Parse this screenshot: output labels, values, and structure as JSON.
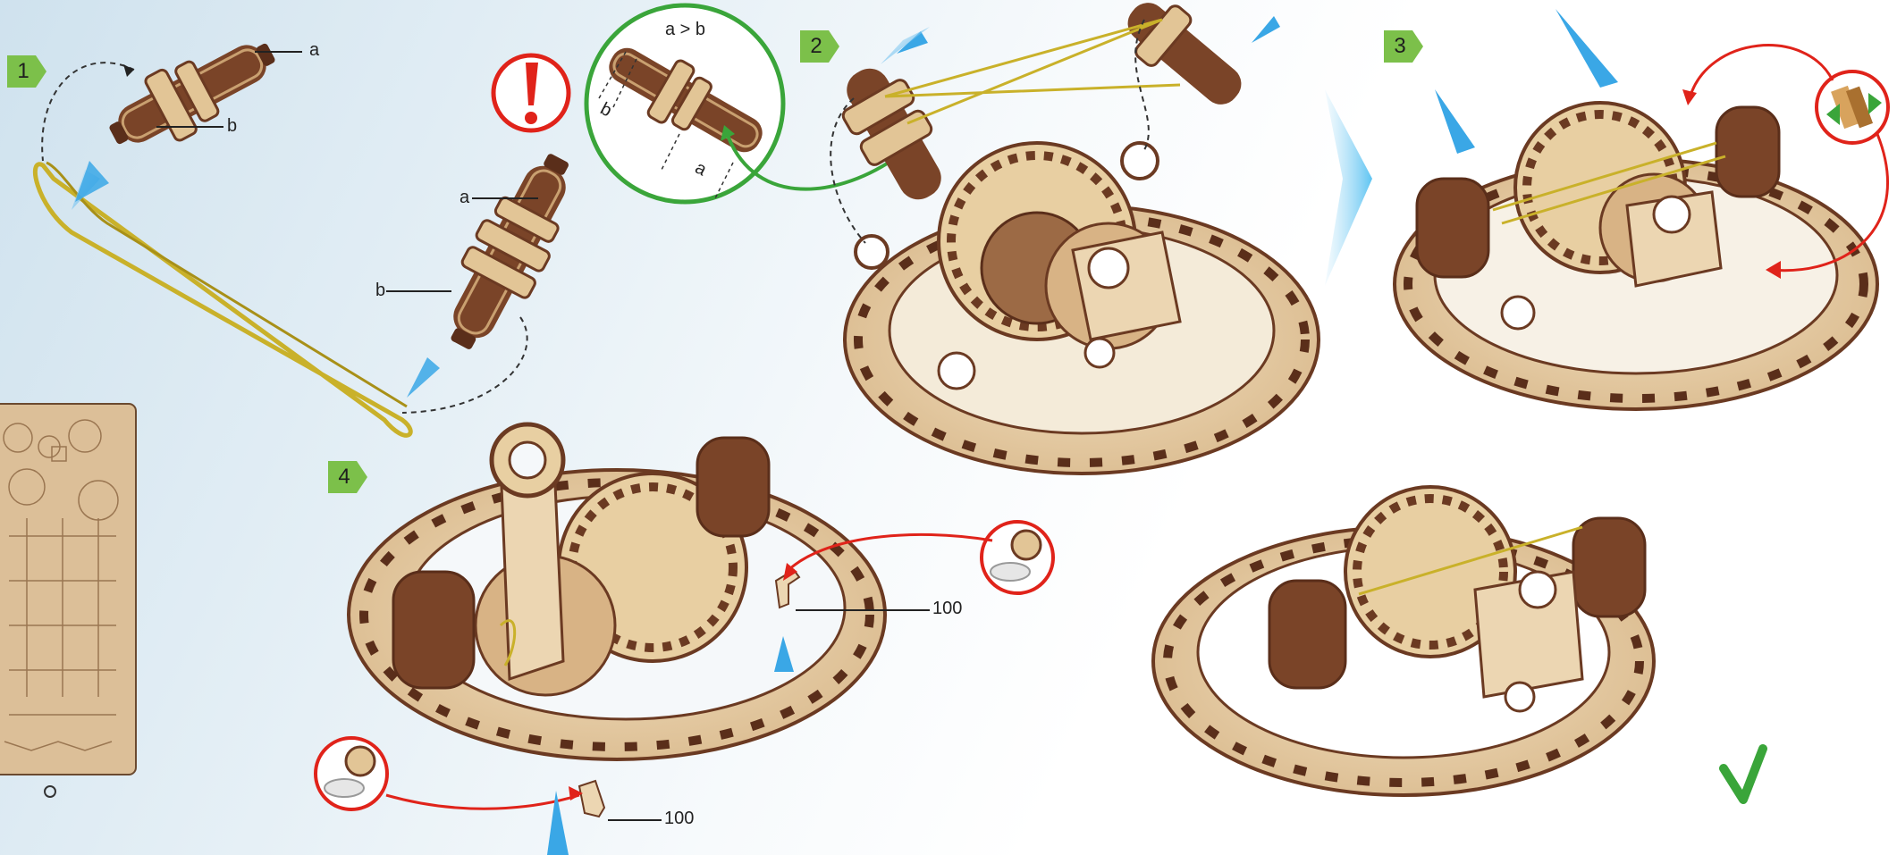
{
  "steps": [
    "1",
    "2",
    "3",
    "4"
  ],
  "labels": {
    "step1_a": "a",
    "step1_b": "b",
    "step1_a2": "a",
    "step1_b2": "b",
    "ratio": "a > b",
    "dim_a": "a",
    "dim_b": "b",
    "part_bottom": "100",
    "part_side": "100"
  },
  "colors": {
    "wood_light": "#ecd6b2",
    "wood_dark": "#6b3a22",
    "step_badge": "#7cc04a",
    "arrow_blue": "#3aa7e6",
    "alert_red": "#e0231a",
    "ok_green": "#3aa53a",
    "band_yellow": "#c9b12a"
  },
  "icons": {
    "warning": "exclamation-icon",
    "done": "checkmark-icon",
    "glue": "glue-cup-icon",
    "press": "press-together-icon"
  }
}
